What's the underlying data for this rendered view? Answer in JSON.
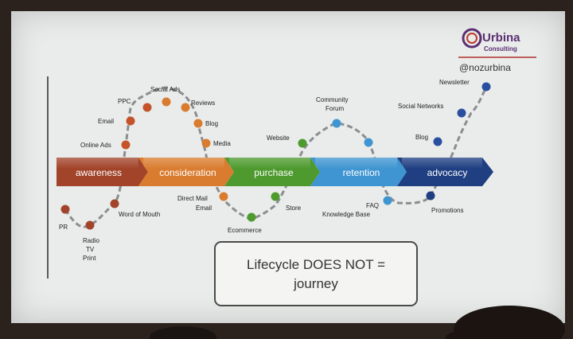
{
  "brand": {
    "name_line1": "Urbina",
    "name_line2": "Consulting",
    "handle": "@nozurbina"
  },
  "stages": [
    {
      "label": "awareness",
      "color": "#a2442a"
    },
    {
      "label": "consideration",
      "color": "#d97c2f"
    },
    {
      "label": "purchase",
      "color": "#4e9a2e"
    },
    {
      "label": "retention",
      "color": "#3f95d1"
    },
    {
      "label": "advocacy",
      "color": "#1f3f82"
    }
  ],
  "touchpoints": [
    {
      "label": "PR",
      "color": "#a2442a"
    },
    {
      "label": "Radio",
      "color": "#a2442a"
    },
    {
      "label": "TV",
      "color": "#a2442a"
    },
    {
      "label": "Print",
      "color": "#a2442a"
    },
    {
      "label": "Word of Mouth",
      "color": "#a2442a"
    },
    {
      "label": "Online Ads",
      "color": "#c4532a"
    },
    {
      "label": "Email",
      "color": "#c4532a"
    },
    {
      "label": "PPC",
      "color": "#c4532a"
    },
    {
      "label": "Social Ads",
      "color": "#d97c2f"
    },
    {
      "label": "Reviews",
      "color": "#d97c2f"
    },
    {
      "label": "Blog",
      "color": "#d97c2f"
    },
    {
      "label": "Media",
      "color": "#d97c2f"
    },
    {
      "label": "Direct Mail",
      "color": "#d97c2f"
    },
    {
      "label": "Email",
      "color": "#d97c2f"
    },
    {
      "label": "Ecommerce",
      "color": "#4e9a2e"
    },
    {
      "label": "Store",
      "color": "#4e9a2e"
    },
    {
      "label": "Website",
      "color": "#4e9a2e"
    },
    {
      "label": "Community",
      "color": "#3f95d1"
    },
    {
      "label": "Forum",
      "color": "#3f95d1"
    },
    {
      "label": "FAQ",
      "color": "#3f95d1"
    },
    {
      "label": "Knowledge Base",
      "color": "#3f95d1"
    },
    {
      "label": "Promotions",
      "color": "#1f3f82"
    },
    {
      "label": "Blog",
      "color": "#2a4fa0"
    },
    {
      "label": "Social Networks",
      "color": "#2a4fa0"
    },
    {
      "label": "Newsletter",
      "color": "#2a4fa0"
    }
  ],
  "callout": {
    "line1": "Lifecycle DOES NOT =",
    "line2": "journey"
  }
}
